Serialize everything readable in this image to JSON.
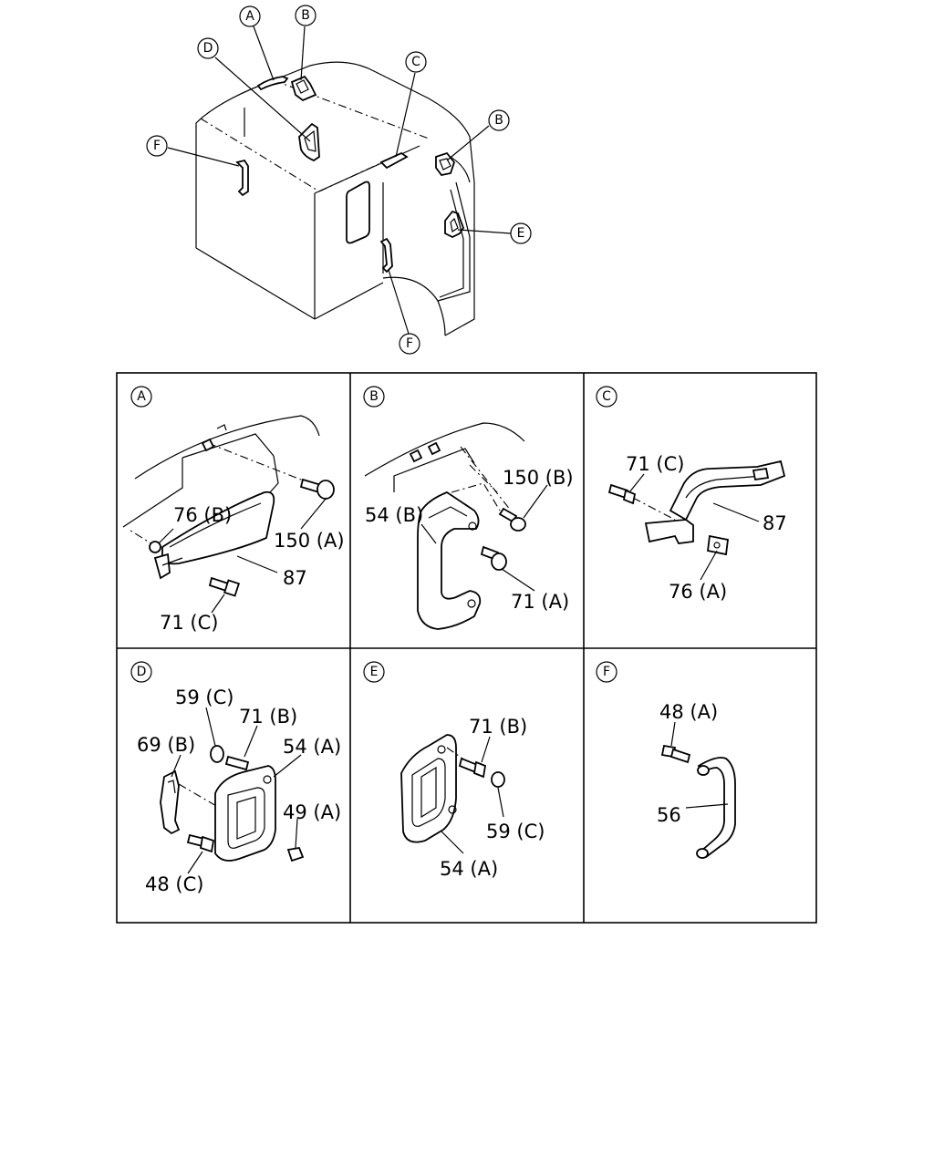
{
  "overview": {
    "callouts": [
      {
        "id": "A",
        "letter": "A"
      },
      {
        "id": "B1",
        "letter": "B"
      },
      {
        "id": "B2",
        "letter": "B"
      },
      {
        "id": "C",
        "letter": "C"
      },
      {
        "id": "D",
        "letter": "D"
      },
      {
        "id": "E",
        "letter": "E"
      },
      {
        "id": "F1",
        "letter": "F"
      },
      {
        "id": "F2",
        "letter": "F"
      }
    ]
  },
  "panels": [
    {
      "letter": "A",
      "labels": [
        "76 (B)",
        "150 (A)",
        "87",
        "71 (C)"
      ]
    },
    {
      "letter": "B",
      "labels": [
        "54 (B)",
        "150 (B)",
        "71 (A)"
      ]
    },
    {
      "letter": "C",
      "labels": [
        "71 (C)",
        "87",
        "76 (A)"
      ]
    },
    {
      "letter": "D",
      "labels": [
        "59 (C)",
        "71 (B)",
        "69 (B)",
        "54 (A)",
        "49 (A)",
        "48 (C)"
      ]
    },
    {
      "letter": "E",
      "labels": [
        "71 (B)",
        "59 (C)",
        "54 (A)"
      ]
    },
    {
      "letter": "F",
      "labels": [
        "48 (A)",
        "56"
      ]
    }
  ]
}
